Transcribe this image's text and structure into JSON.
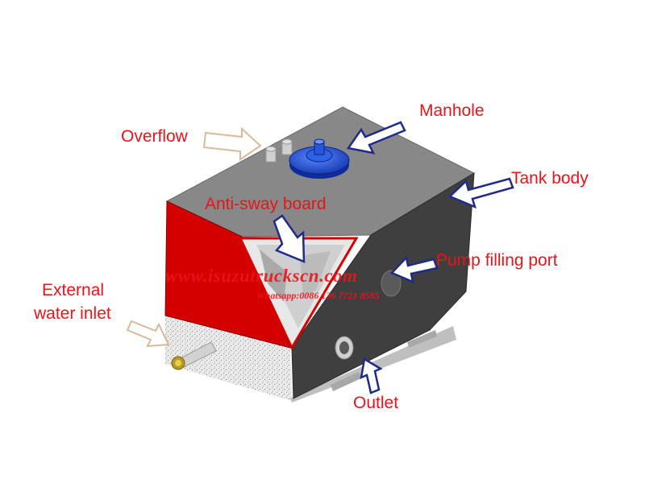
{
  "labels": {
    "manhole": "Manhole",
    "overflow": "Overflow",
    "tank_body": "Tank body",
    "anti_sway": "Anti-sway board",
    "pump_filling": "Pump filling port",
    "external_inlet_1": "External",
    "external_inlet_2": "water inlet",
    "outlet": "Outlet"
  },
  "watermark": {
    "site": "www.isuzutruckscn.com",
    "contact": "Whatsapp:0086 136 7721 8585"
  },
  "colors": {
    "label": "#e8141b",
    "arrow_stroke": "#1f2a8a",
    "arrow_light_stroke": "#d9b99a",
    "tank_dark": "#404040",
    "tank_red": "#d40000",
    "manhole_blue": "#1a4fd6"
  }
}
